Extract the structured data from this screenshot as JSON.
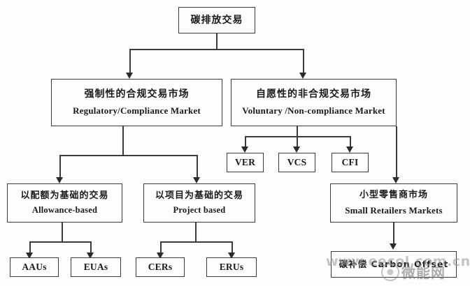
{
  "diagram": {
    "title_cn": "碳排放交易",
    "nodes": {
      "root": {
        "cn": "碳排放交易"
      },
      "compliance_market": {
        "cn": "强制性的合规交易市场",
        "en": "Regulatory/Compliance Market"
      },
      "voluntary_market": {
        "cn": "自愿性的非合规交易市场",
        "en": "Voluntary /Non-compliance Market"
      },
      "ver": {
        "en": "VER"
      },
      "vcs": {
        "en": "VCS"
      },
      "cfi": {
        "en": "CFI"
      },
      "allowance_based": {
        "cn": "以配额为基础的交易",
        "en": "Allowance-based"
      },
      "project_based": {
        "cn": "以项目为基础的交易",
        "en": "Project based"
      },
      "small_retailers": {
        "cn": "小型零售商市场",
        "en": "Small Retailers Markets"
      },
      "aaus": {
        "en": "AAUs"
      },
      "euas": {
        "en": "EUAs"
      },
      "cers": {
        "en": "CERs"
      },
      "erus": {
        "en": "ERUs"
      },
      "carbon_offset": {
        "cn": "碳补偿 Carbon Offset"
      }
    }
  },
  "watermark": {
    "url": "www.eecol.com.cn",
    "brand": "微能网"
  },
  "colors": {
    "background": "#fdfdfd",
    "border": "#3a3a3a",
    "text": "#1a1a1a",
    "connector": "#3a3a3a"
  },
  "chart_data": {
    "type": "diagram",
    "subtype": "tree-flowchart",
    "title": "碳排放交易",
    "orientation": "top-down",
    "levels": 4,
    "nodes": [
      {
        "id": "root",
        "level": 0,
        "cn": "碳排放交易",
        "en": ""
      },
      {
        "id": "compliance_market",
        "level": 1,
        "cn": "强制性的合规交易市场",
        "en": "Regulatory/Compliance Market"
      },
      {
        "id": "voluntary_market",
        "level": 1,
        "cn": "自愿性的非合规交易市场",
        "en": "Voluntary /Non-compliance Market"
      },
      {
        "id": "ver",
        "level": 2,
        "cn": "",
        "en": "VER"
      },
      {
        "id": "vcs",
        "level": 2,
        "cn": "",
        "en": "VCS"
      },
      {
        "id": "cfi",
        "level": 2,
        "cn": "",
        "en": "CFI"
      },
      {
        "id": "allowance_based",
        "level": 2,
        "cn": "以配额为基础的交易",
        "en": "Allowance-based"
      },
      {
        "id": "project_based",
        "level": 2,
        "cn": "以项目为基础的交易",
        "en": "Project based"
      },
      {
        "id": "small_retailers",
        "level": 2,
        "cn": "小型零售商市场",
        "en": "Small Retailers Markets"
      },
      {
        "id": "aaus",
        "level": 3,
        "cn": "",
        "en": "AAUs"
      },
      {
        "id": "euas",
        "level": 3,
        "cn": "",
        "en": "EUAs"
      },
      {
        "id": "cers",
        "level": 3,
        "cn": "",
        "en": "CERs"
      },
      {
        "id": "erus",
        "level": 3,
        "cn": "",
        "en": "ERUs"
      },
      {
        "id": "carbon_offset",
        "level": 3,
        "cn": "碳补偿 Carbon Offset",
        "en": ""
      }
    ],
    "edges": [
      {
        "from": "root",
        "to": "compliance_market"
      },
      {
        "from": "root",
        "to": "voluntary_market"
      },
      {
        "from": "compliance_market",
        "to": "allowance_based"
      },
      {
        "from": "compliance_market",
        "to": "project_based"
      },
      {
        "from": "voluntary_market",
        "to": "ver"
      },
      {
        "from": "voluntary_market",
        "to": "vcs"
      },
      {
        "from": "voluntary_market",
        "to": "cfi"
      },
      {
        "from": "voluntary_market",
        "to": "small_retailers"
      },
      {
        "from": "allowance_based",
        "to": "aaus"
      },
      {
        "from": "allowance_based",
        "to": "euas"
      },
      {
        "from": "project_based",
        "to": "cers"
      },
      {
        "from": "project_based",
        "to": "erus"
      },
      {
        "from": "small_retailers",
        "to": "carbon_offset"
      }
    ]
  }
}
